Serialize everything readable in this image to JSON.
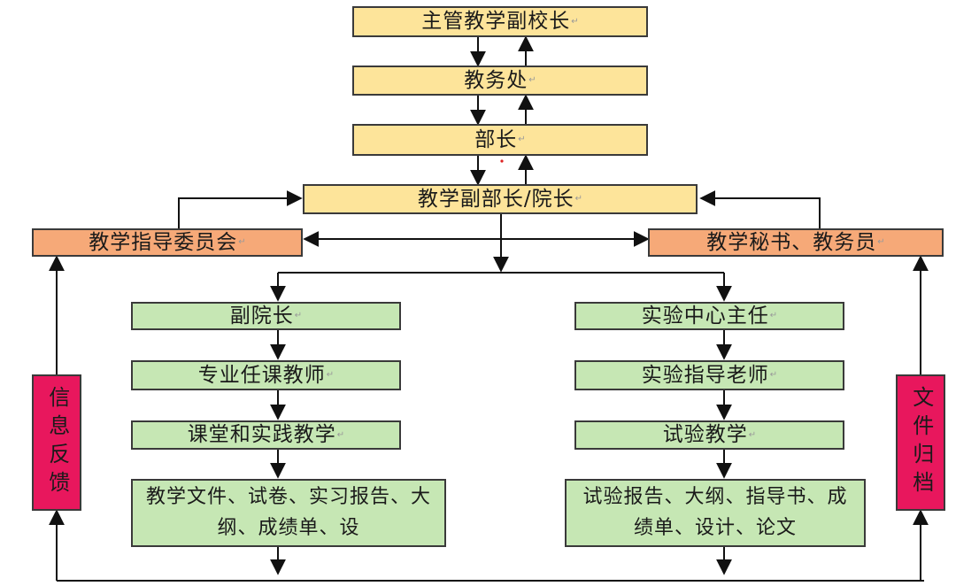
{
  "nodes": {
    "vice_principal": "主管教学副校长",
    "academic_office": "教务处",
    "minister": "部长",
    "vice_minister_dean": "教学副部长/院长",
    "teaching_committee": "教学指导委员会",
    "secretary": "教学秘书、教务员",
    "vice_dean": "副院长",
    "course_teachers": "专业任课教师",
    "classroom_teaching": "课堂和实践教学",
    "teaching_docs": "教学文件、试卷、实习报告、大纲、成绩单、设",
    "lab_director": "实验中心主任",
    "lab_instructor": "实验指导老师",
    "lab_teaching": "试验教学",
    "lab_docs": "试验报告、大纲、指导书、成绩单、设计、论文",
    "feedback": "信息反馈",
    "archive": "文件归档"
  },
  "colors": {
    "yellow": "#fde49a",
    "orange": "#f6a978",
    "green": "#c6e7b4",
    "pink": "#e8175d",
    "border": "#3a3a3a"
  },
  "return_mark": "↵"
}
